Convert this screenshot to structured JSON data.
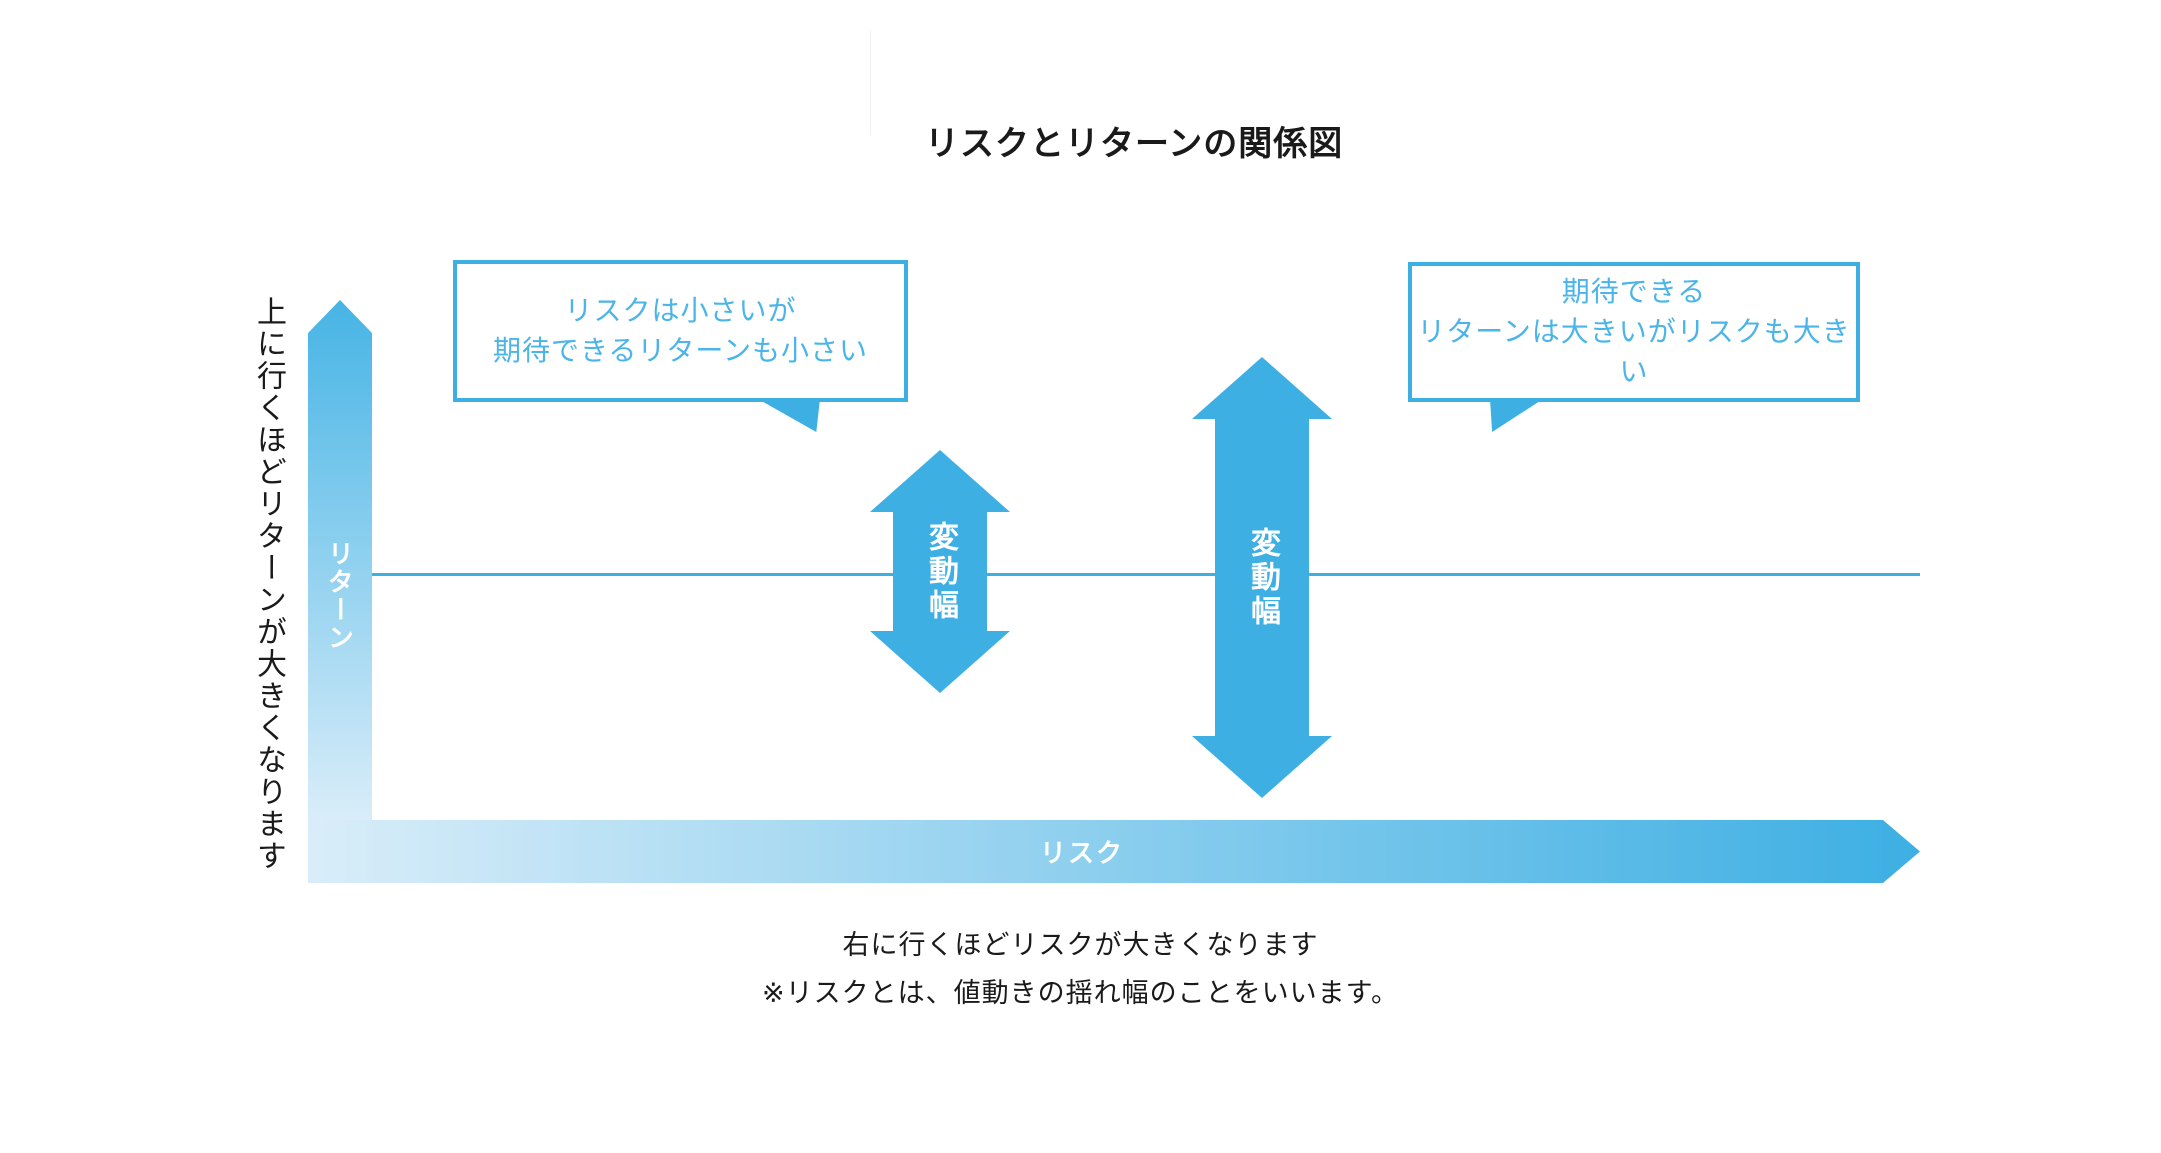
{
  "title": "リスクとリターンの関係図",
  "y_axis": {
    "label": "リターン",
    "description": "上に行くほどリターンが大きくなります"
  },
  "x_axis": {
    "label": "リスク",
    "note_line1": "右に行くほどリスクが大きくなります",
    "note_line2": "※リスクとは、値動きの揺れ幅のことをいいます。"
  },
  "arrows": {
    "small": {
      "label": "変動幅"
    },
    "large": {
      "label": "変動幅"
    }
  },
  "callouts": {
    "low_risk": {
      "line1": "リスクは小さいが",
      "line2": "期待できるリターンも小さい"
    },
    "high_risk": {
      "line1": "期待できる",
      "line2": "リターンは大きいがリスクも大きい"
    }
  },
  "colors": {
    "accent": "#3DAFE3",
    "callout_text": "#4BB4E8",
    "band_top": "#46B4E5",
    "band_light": "#D9EDF9",
    "text": "#1A1A1A",
    "white": "#FFFFFF",
    "faint_line": "#F1F1F1"
  }
}
